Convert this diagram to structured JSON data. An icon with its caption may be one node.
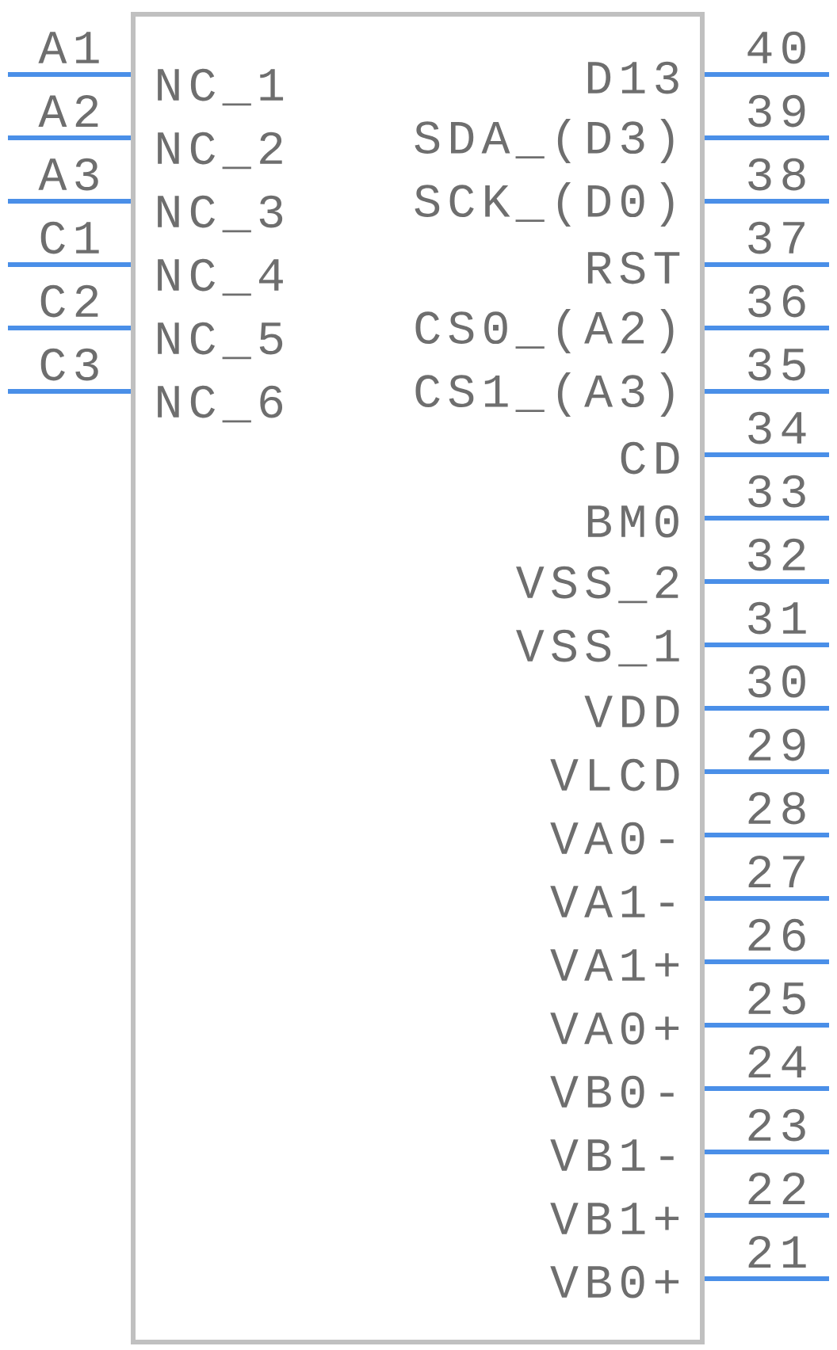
{
  "diagram": {
    "nodes": [
      {
        "text": [],
        "shape": "box"
      }
    ],
    "labels": [
      "A1",
      "A2",
      "A3",
      "C1",
      "C2",
      "C3",
      "NC_1",
      "NC_2",
      "NC_3",
      "NC_4",
      "NC_5",
      "NC_6",
      "D13",
      "SDA_(D3)",
      "SCK_(D0)",
      "RST",
      "CS0_(A2)",
      "CS1_(A3)",
      "CD",
      "BM0",
      "VSS_2",
      "VSS_1",
      "VDD",
      "VLCD",
      "VA0-",
      "VA1-",
      "VA1+",
      "VA0+",
      "VB0-",
      "VB1-",
      "VB1+",
      "VB0+",
      "40",
      "39",
      "38",
      "37",
      "36",
      "35",
      "34",
      "33",
      "32",
      "31",
      "30",
      "29",
      "28",
      "27",
      "26",
      "25",
      "24",
      "23",
      "22",
      "21"
    ]
  }
}
